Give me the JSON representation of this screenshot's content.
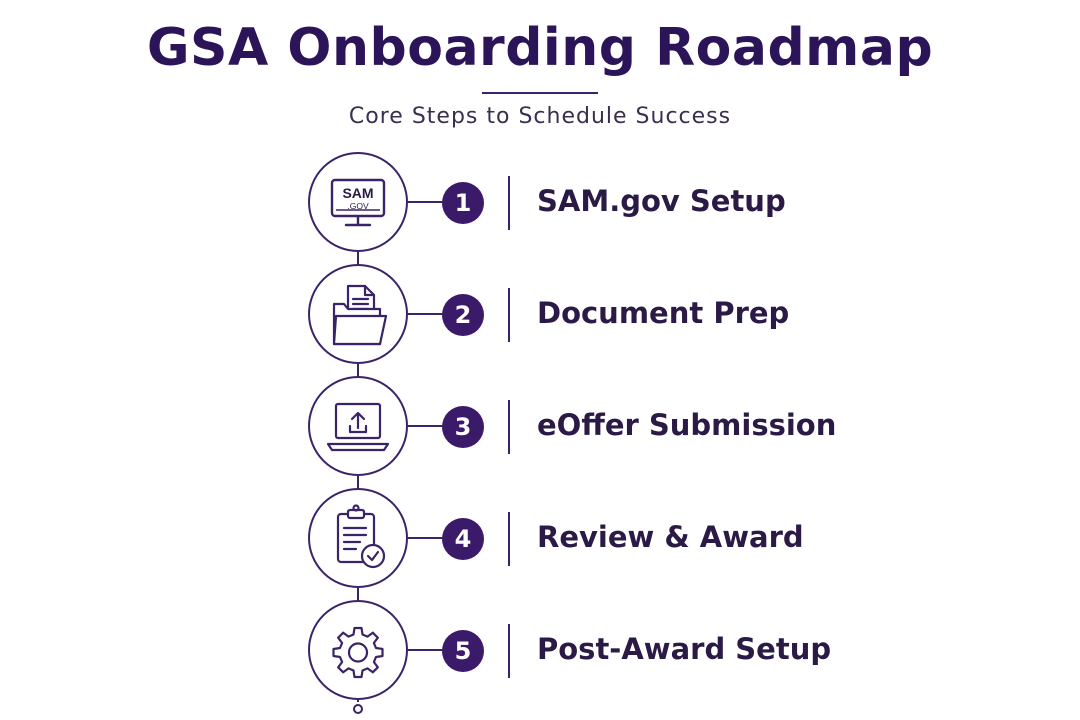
{
  "title": "GSA Onboarding Roadmap",
  "subtitle": "Core Steps to Schedule Success",
  "colors": {
    "primary": "#3b1a6a",
    "line": "#3a2368",
    "text": "#2a1a45"
  },
  "steps": [
    {
      "number": "1",
      "label": "SAM.gov Setup",
      "icon": "monitor-icon",
      "icon_text_top": "SAM",
      "icon_text_bottom": ".GOV"
    },
    {
      "number": "2",
      "label": "Document Prep",
      "icon": "folder-document-icon"
    },
    {
      "number": "3",
      "label": "eOffer Submission",
      "icon": "laptop-upload-icon"
    },
    {
      "number": "4",
      "label": "Review & Award",
      "icon": "clipboard-check-icon"
    },
    {
      "number": "5",
      "label": "Post-Award Setup",
      "icon": "gear-icon"
    }
  ]
}
